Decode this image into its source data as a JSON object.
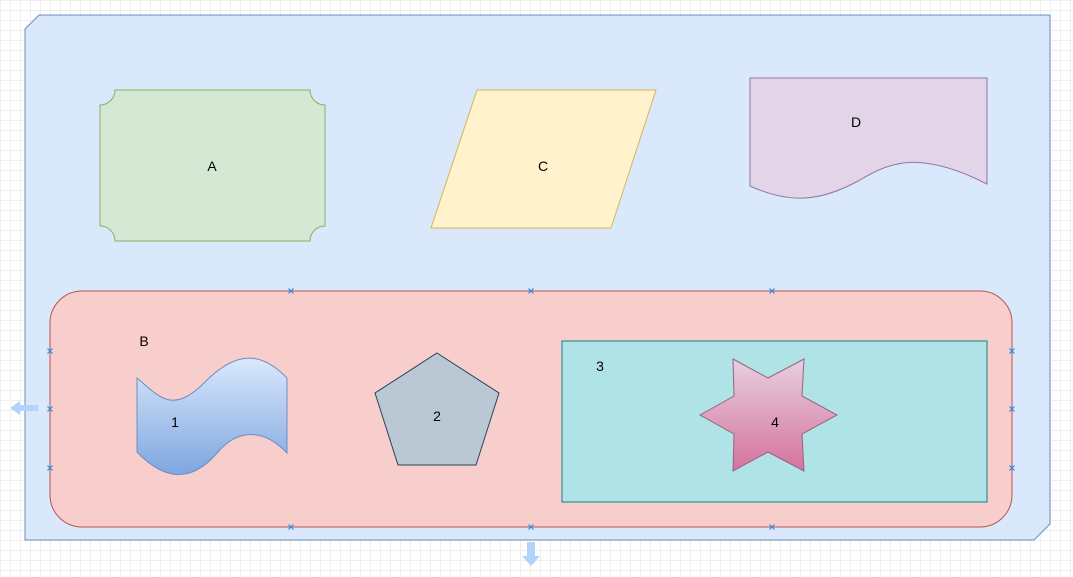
{
  "diagram": {
    "outer_container": {
      "fill": "#dae8fc",
      "stroke": "#6c8ebf"
    },
    "top_shapes": {
      "a": {
        "label": "A",
        "shape": "plaque",
        "fill": "#d5e8d4",
        "stroke": "#82b366"
      },
      "c": {
        "label": "C",
        "shape": "parallelogram",
        "fill": "#fff2cc",
        "stroke": "#d6b656"
      },
      "d": {
        "label": "D",
        "shape": "document",
        "fill": "#e1d5e7",
        "stroke": "#9673a6"
      }
    },
    "group_b": {
      "label": "B",
      "shape": "rounded-rectangle",
      "fill": "#f8cecc",
      "stroke": "#b85450",
      "selected": true,
      "children": {
        "s1": {
          "label": "1",
          "shape": "tape",
          "gradient_top": "#dae8fc",
          "gradient_bottom": "#7ea6e0",
          "stroke": "#6c8ebf"
        },
        "s2": {
          "label": "2",
          "shape": "pentagon",
          "fill": "#bac8d3",
          "stroke": "#23445d"
        },
        "s3": {
          "label": "3",
          "shape": "rectangle",
          "fill": "#b0e3e6",
          "stroke": "#0e8088",
          "children": {
            "s4": {
              "label": "4",
              "shape": "six-point-star",
              "gradient_top": "#e6d0de",
              "gradient_bottom": "#d5739d",
              "stroke": "#996185"
            }
          }
        }
      }
    },
    "hints": {
      "arrow_color": "#b3d4fa",
      "handle_color": "#2a8de8"
    }
  }
}
